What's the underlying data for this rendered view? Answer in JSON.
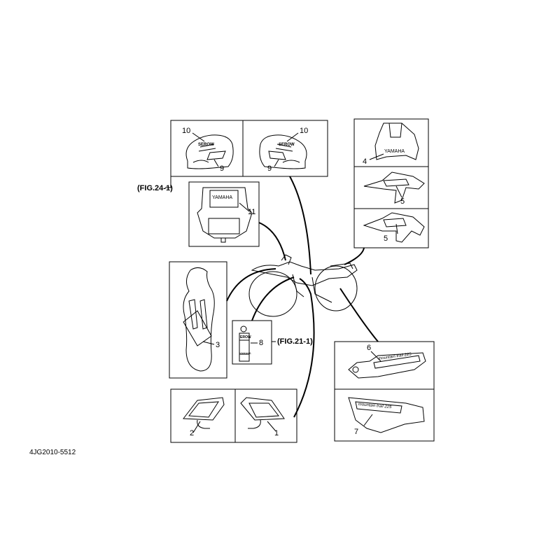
{
  "diagram": {
    "figure_code": "4JG2010-5512",
    "references": {
      "fig24": "(FIG.24-1)",
      "fig21": "(FIG.21-1)"
    },
    "part_numbers": {
      "p1": "1",
      "p2": "2",
      "p3": "3",
      "p4": "4",
      "p5a": "5",
      "p5b": "5",
      "p6": "6",
      "p7": "7",
      "p8": "8",
      "p9a": "9",
      "p9b": "9",
      "p10a": "10",
      "p10b": "10",
      "p11": "11"
    },
    "decal_text": {
      "headlight_brand": "YAMAHA",
      "cowl_brand": "YAMAHA",
      "shock_brand_top": "EROW",
      "shock_brand_bottom": "YAMAHA",
      "side_cover_text": "mountain trail 225",
      "side_cover_text_lower": "mountain trail 225",
      "tank_logo_left": "SEROW",
      "tank_logo_right": "SEROW"
    }
  }
}
